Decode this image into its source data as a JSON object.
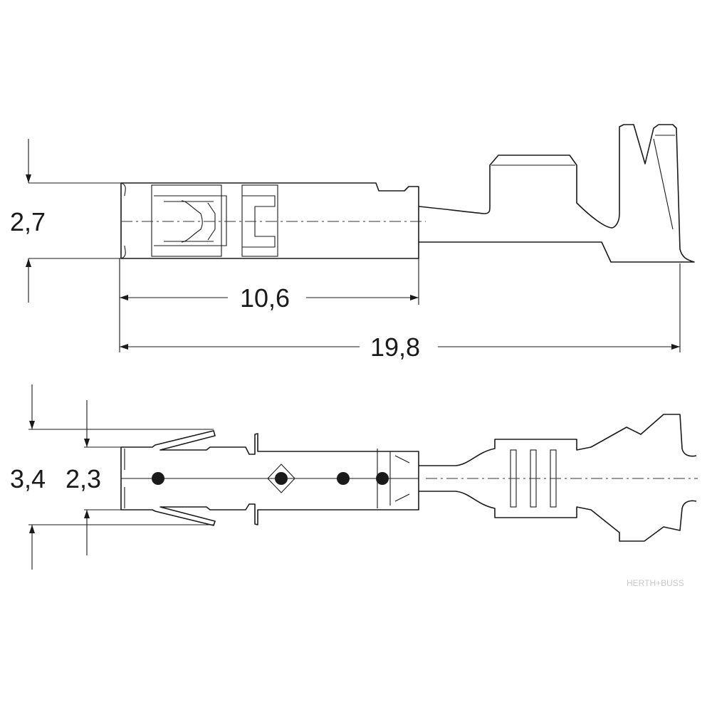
{
  "drawing": {
    "top_view": {
      "height_label": "2,7",
      "body_length_label": "10,6",
      "total_length_label": "19,8"
    },
    "bottom_view": {
      "outer_width_label": "3,4",
      "inner_width_label": "2,3"
    },
    "watermark": "HERTH+BUSS",
    "line_color": "#1a1a1a"
  }
}
